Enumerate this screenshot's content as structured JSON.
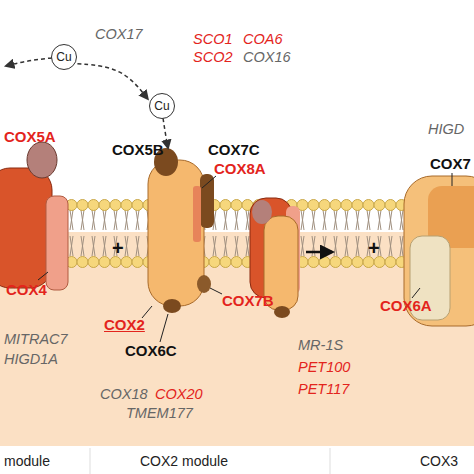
{
  "diagram": {
    "nodes": [
      {
        "text": [
          "Cu"
        ]
      },
      {
        "text": [
          "Cu"
        ]
      }
    ],
    "edges": [
      {
        "from": 0,
        "to": 1,
        "arrow": "to"
      }
    ],
    "labels": [
      "COX17",
      "SCO1",
      "COA6",
      "SCO2",
      "COX16",
      "COX5A",
      "COX5B",
      "COX7C",
      "HIGD",
      "COX8A",
      "COX7",
      "+",
      "+",
      "COX4",
      "COX7B",
      "COX2",
      "COX6A",
      "MITRAC7",
      "COX6C",
      "MR-1S",
      "HIGD1A",
      "PET100",
      "COX18",
      "COX20",
      "PET117",
      "TMEM177",
      "module",
      "COX2 module",
      "COX3"
    ]
  }
}
